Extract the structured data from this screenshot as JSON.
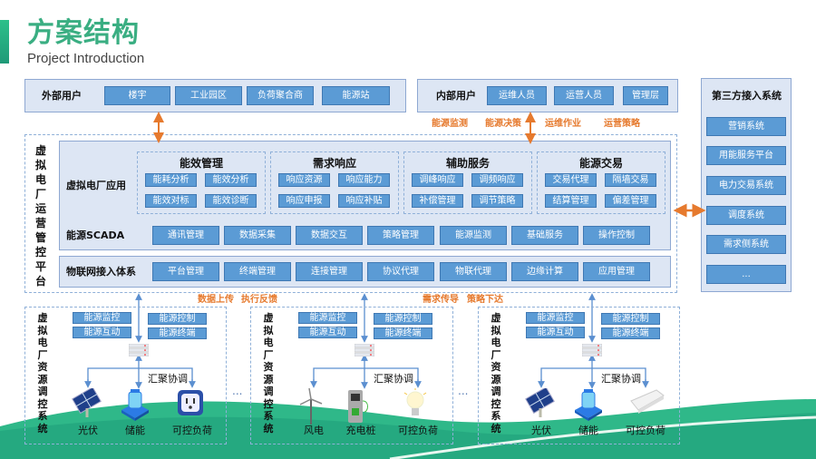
{
  "header": {
    "title": "方案结构",
    "subtitle": "Project Introduction"
  },
  "external_users": {
    "label": "外部用户",
    "items": [
      "楼宇",
      "工业园区",
      "负荷聚合商",
      "能源站"
    ]
  },
  "internal_users": {
    "label": "内部用户",
    "items": [
      "运维人员",
      "运营人员",
      "管理层"
    ]
  },
  "third_party": {
    "label": "第三方接入系统",
    "items": [
      "营销系统",
      "用能服务平台",
      "电力交易系统",
      "调度系统",
      "需求侧系统",
      "..."
    ]
  },
  "flow_labels_top": [
    "能源监测",
    "能源决策",
    "运维作业",
    "运营策略"
  ],
  "platform": {
    "label": "虚拟电厂运营管控平台",
    "app": {
      "label": "虚拟电厂应用",
      "groups": [
        {
          "title": "能效管理",
          "items": [
            "能耗分析",
            "能效分析",
            "能效对标",
            "能效诊断"
          ]
        },
        {
          "title": "需求响应",
          "items": [
            "响应资源",
            "响应能力",
            "响应申报",
            "响应补贴"
          ]
        },
        {
          "title": "辅助服务",
          "items": [
            "调峰响应",
            "调频响应",
            "补偿管理",
            "调节策略"
          ]
        },
        {
          "title": "能源交易",
          "items": [
            "交易代理",
            "隔墙交易",
            "结算管理",
            "偏差管理"
          ]
        }
      ]
    },
    "scada": {
      "label": "能源SCADA",
      "items": [
        "通讯管理",
        "数据采集",
        "数据交互",
        "策略管理",
        "能源监测",
        "基础服务",
        "操作控制"
      ]
    },
    "iot": {
      "label": "物联网接入体系",
      "items": [
        "平台管理",
        "终端管理",
        "连接管理",
        "协议代理",
        "物联代理",
        "边缘计算",
        "应用管理"
      ]
    }
  },
  "flow_labels_bottom": [
    "数据上传",
    "执行反馈",
    "需求传导",
    "策略下达"
  ],
  "subsystems": [
    {
      "label": "虚拟电厂资源调控系统",
      "items": [
        "能源监控",
        "能源互动",
        "能源控制",
        "能源终端"
      ],
      "coord": "汇聚协调",
      "devices": [
        {
          "name": "光伏",
          "icon": "solar-panel"
        },
        {
          "name": "储能",
          "icon": "energy-storage"
        },
        {
          "name": "可控负荷",
          "icon": "power-socket"
        }
      ]
    },
    {
      "label": "虚拟电厂资源调控系统",
      "items": [
        "能源监控",
        "能源互动",
        "能源控制",
        "能源终端"
      ],
      "coord": "汇聚协调",
      "devices": [
        {
          "name": "风电",
          "icon": "wind-turbine"
        },
        {
          "name": "充电桩",
          "icon": "charging-pile"
        },
        {
          "name": "可控负荷",
          "icon": "light-bulb"
        }
      ]
    },
    {
      "label": "虚拟电厂资源调控系统",
      "items": [
        "能源监控",
        "能源互动",
        "能源控制",
        "能源终端"
      ],
      "coord": "汇聚协调",
      "devices": [
        {
          "name": "光伏",
          "icon": "solar-panel"
        },
        {
          "name": "储能",
          "icon": "energy-storage"
        },
        {
          "name": "可控负荷",
          "icon": "air-conditioner"
        }
      ]
    }
  ],
  "ellipsis": "...",
  "colors": {
    "accent": "#3aae82",
    "box": "#5b9bd5",
    "panel": "#dde6f4",
    "orange": "#e67a2e"
  }
}
